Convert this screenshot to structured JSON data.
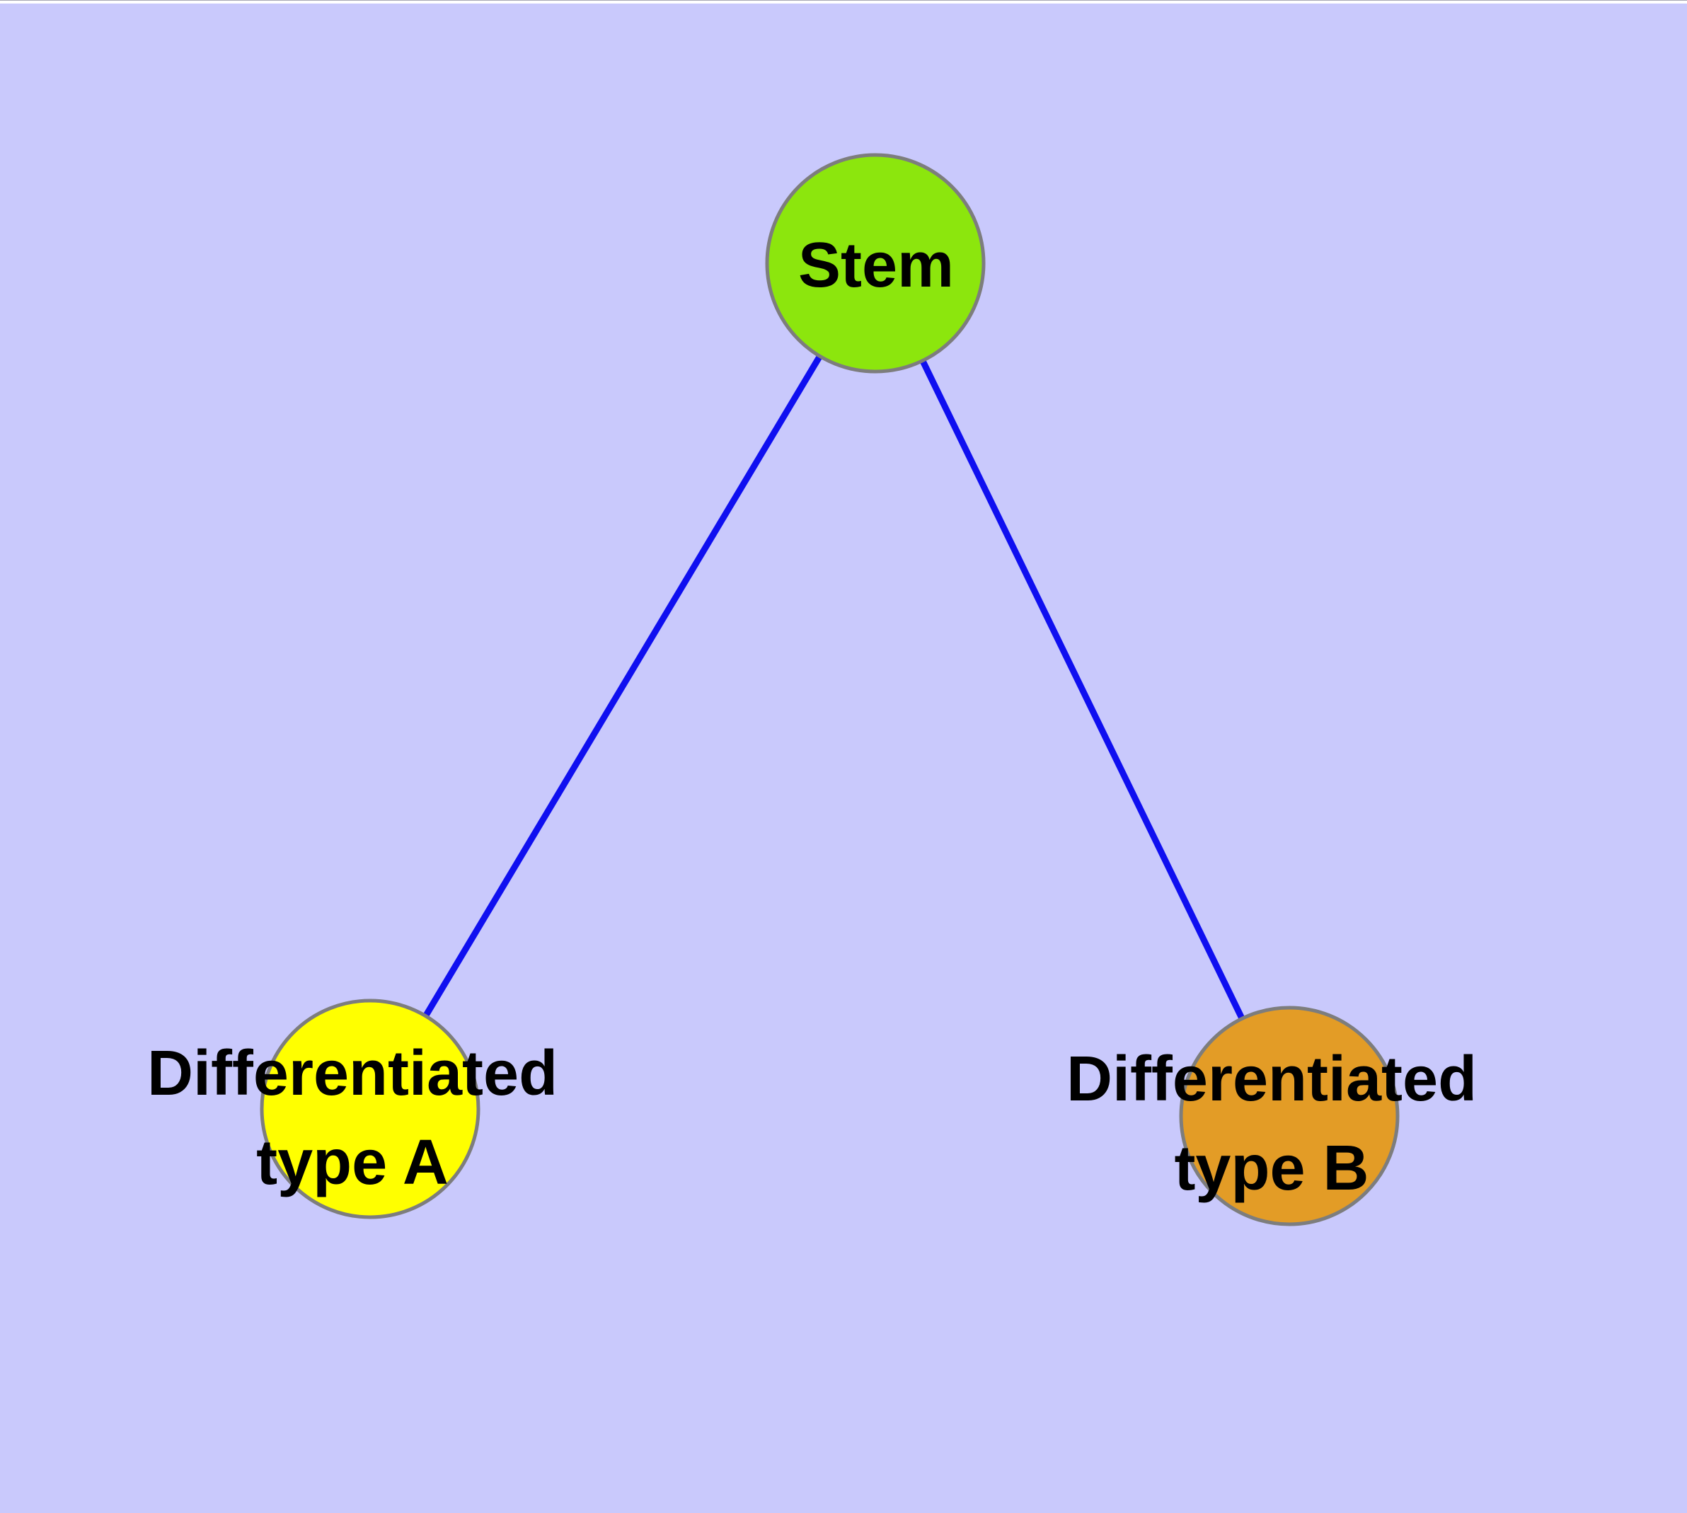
{
  "diagram": {
    "background_color": "#c9c9fc",
    "top_strip_color": "#ffffff",
    "edge_color": "#0f0ff0",
    "node_border_color": "#7d7d7d",
    "label_color": "#000000",
    "nodes": [
      {
        "id": "stem",
        "label": "Stem",
        "fill_color": "#8ce60d"
      },
      {
        "id": "type-a",
        "label_line1": "Differentiated",
        "label_line2": "type A",
        "fill_color": "#ffff00"
      },
      {
        "id": "type-b",
        "label_line1": "Differentiated",
        "label_line2": "type B",
        "fill_color": "#e39c26"
      }
    ],
    "edges": [
      {
        "from": "stem",
        "to": "type-a"
      },
      {
        "from": "stem",
        "to": "type-b"
      }
    ]
  }
}
